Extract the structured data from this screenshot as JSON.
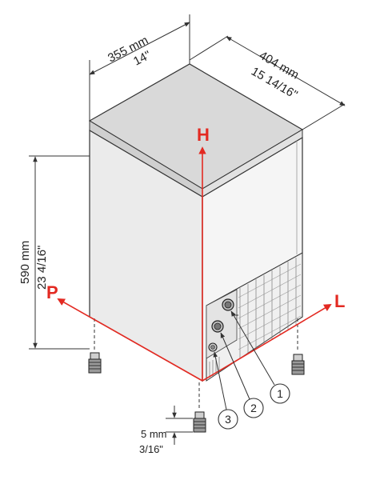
{
  "dimensions": {
    "width": {
      "metric": "355 mm",
      "imperial": "14\""
    },
    "depth": {
      "metric": "404 mm",
      "imperial": "15 14/16\""
    },
    "height": {
      "metric": "590 mm",
      "imperial": "23 4/16\""
    },
    "feet": {
      "metric": "5 mm",
      "imperial": "3/16\""
    }
  },
  "axes": {
    "h": "H",
    "p": "P",
    "l": "L"
  },
  "callouts": [
    "1",
    "2",
    "3"
  ],
  "colors": {
    "axis": "#e32a22",
    "line": "#333333",
    "body": "#e9e9e9",
    "top": "#d7d7d7",
    "side": "#f4f4f4"
  }
}
